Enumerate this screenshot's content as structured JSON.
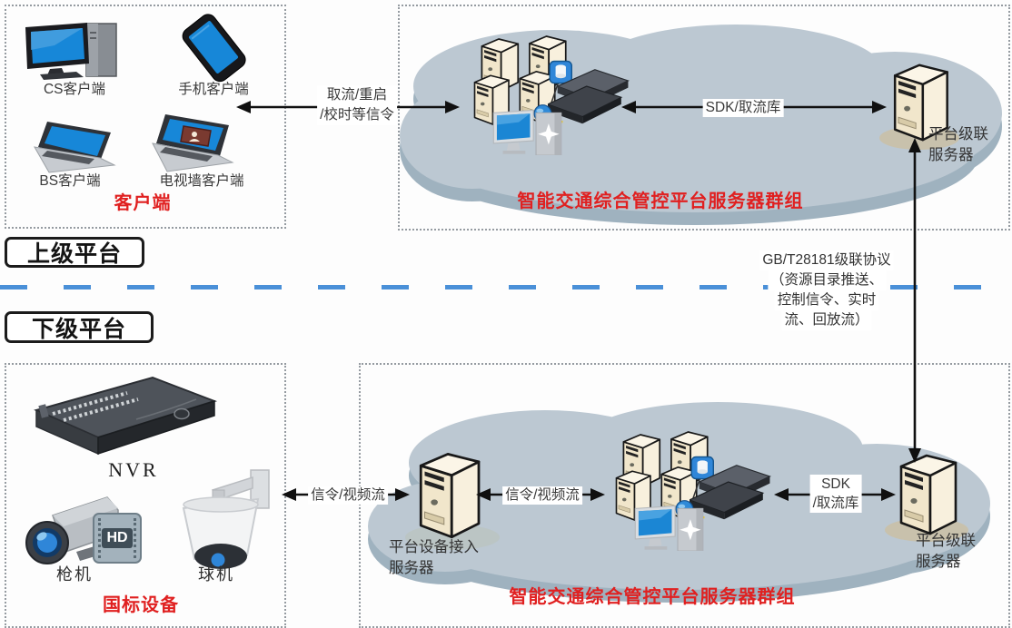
{
  "clients": {
    "cs": "CS客户端",
    "mobile": "手机客户端",
    "bs": "BS客户端",
    "tv_wall": "电视墙客户端",
    "title": "客户端"
  },
  "platform_tags": {
    "upper": "上级平台",
    "lower": "下级平台"
  },
  "upper_cluster_title": "智能交通综合管控平台服务器群组",
  "lower_cluster_title": "智能交通综合管控平台服务器群组",
  "servers": {
    "upper_cascade_l1": "平台级联",
    "upper_cascade_l2": "服务器",
    "lower_cascade_l1": "平台级联",
    "lower_cascade_l2": "服务器",
    "access_l1": "平台设备接入",
    "access_l2": "服务器"
  },
  "devices": {
    "nvr": "NVR",
    "gun": "枪机",
    "dome": "球机",
    "title": "国标设备",
    "hd_badge": "HD"
  },
  "links": {
    "client_cloud_l1": "取流/重启",
    "client_cloud_l2": "/校时等信令",
    "sdk_top": "SDK/取流库",
    "signal_video_a": "信令/视频流",
    "signal_video_b": "信令/视频流",
    "sdk_bottom_l1": "SDK",
    "sdk_bottom_l2": "/取流库",
    "gb_l1": "GB/T28181级联协议",
    "gb_l2": "（资源目录推送、",
    "gb_l3": "控制信令、实时",
    "gb_l4": "流、回放流）"
  },
  "icons": {
    "desktop-client-icon": "desktop computer",
    "mobile-client-icon": "smartphone",
    "laptop-client-icon": "laptop",
    "tv-wall-client-icon": "laptop with video wall",
    "server-cluster-icon": "group of tower servers with racks and workstation",
    "tower-server-icon": "tower server",
    "nvr-icon": "network video recorder",
    "gun-camera-icon": "bullet camera",
    "dome-camera-icon": "dome camera",
    "cloud-icon": "cloud platform"
  },
  "colors": {
    "red_label": "#e02020",
    "divider_blue": "#4a90d8",
    "cloud": "#bcc8d2",
    "cloud_rim": "#9fb2bf",
    "server_tan": "#f3e8cf",
    "screen_blue": "#1787d8"
  }
}
